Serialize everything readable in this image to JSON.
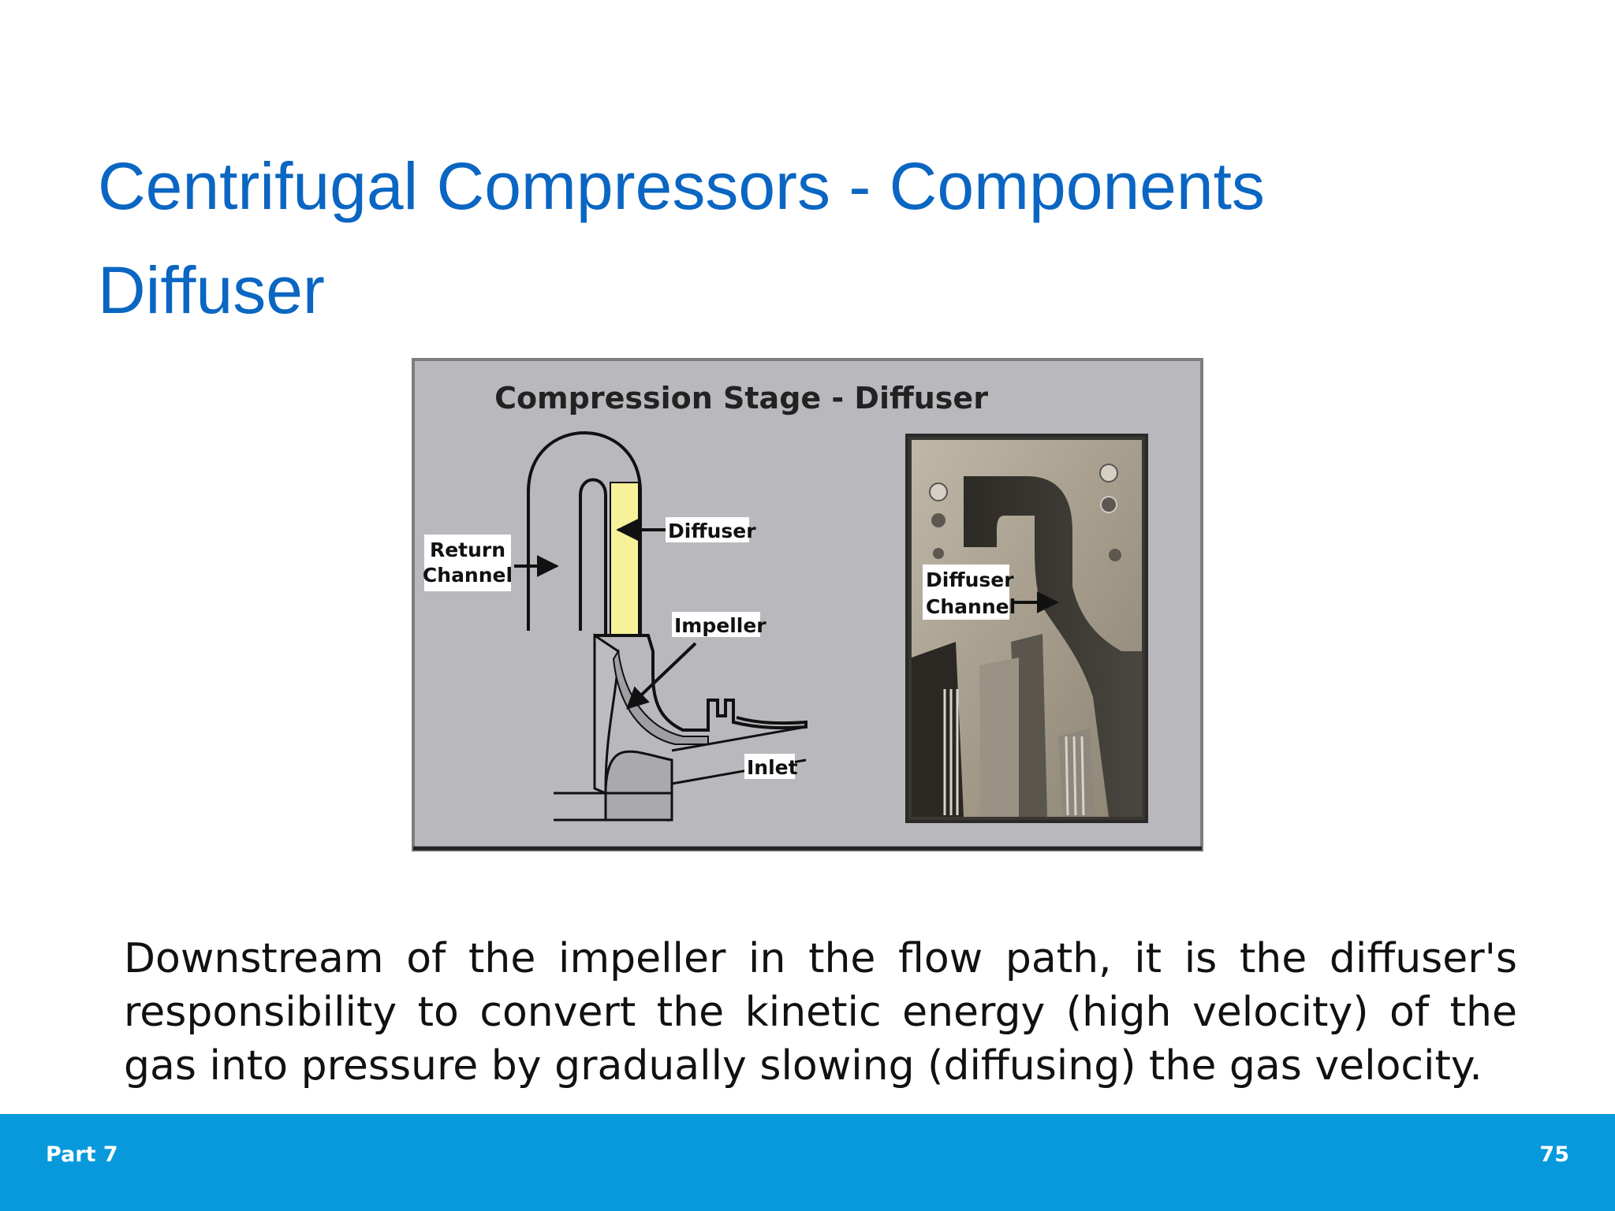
{
  "slide": {
    "title_line1": "Centrifugal Compressors - Components",
    "title_line2": "Diffuser",
    "body": "Downstream of the impeller in the flow path, it is the diffuser's responsibility to convert the kinetic energy (high velocity) of the gas into pressure by gradually slowing (diffusing) the gas velocity."
  },
  "figure": {
    "title": "Compression Stage - Diffuser",
    "labels": {
      "return_line1": "Return",
      "return_line2": "Channel",
      "diffuser": "Diffuser",
      "impeller": "Impeller",
      "inlet": "Inlet",
      "diffuser_channel_line1": "Diffuser",
      "diffuser_channel_line2": "Channel"
    }
  },
  "footer": {
    "left": "Part 7",
    "right": "75"
  }
}
